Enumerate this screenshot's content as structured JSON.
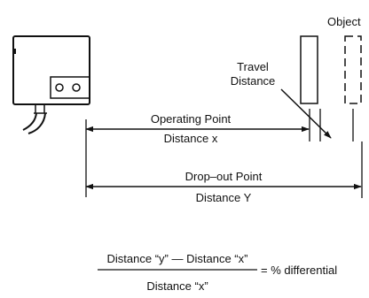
{
  "labels": {
    "object": "Object",
    "travel_line1": "Travel",
    "travel_line2": "Distance",
    "operating_line1": "Operating Point",
    "operating_line2": "Distance x",
    "dropout_line1": "Drop–out Point",
    "dropout_line2": "Distance Y"
  },
  "formula": {
    "numerator": "Distance “y” — Distance “x”",
    "denominator": "Distance “x”",
    "result": "= % differential"
  }
}
